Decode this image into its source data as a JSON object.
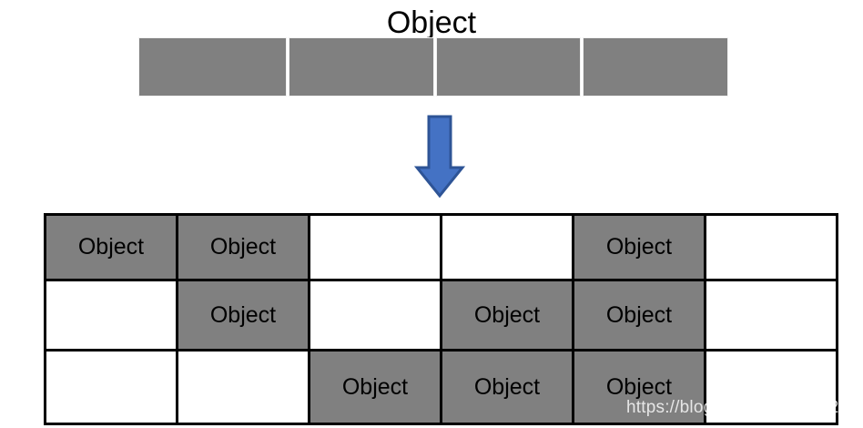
{
  "title": "Object",
  "colors": {
    "fill_gray": "#808080",
    "arrow_fill": "#4472C4",
    "arrow_stroke": "#2E5496",
    "border_black": "#000000",
    "background": "#FFFFFF"
  },
  "source_bar": {
    "name": "object-source-bar",
    "segment_count": 4,
    "segments": [
      {
        "label": ""
      },
      {
        "label": ""
      },
      {
        "label": ""
      },
      {
        "label": ""
      }
    ]
  },
  "arrow": {
    "direction": "down",
    "icon": "arrow-down-icon"
  },
  "grid": {
    "columns": 6,
    "rows": 3,
    "cell_label": "Object",
    "cells": [
      [
        {
          "filled": true,
          "label": "Object"
        },
        {
          "filled": true,
          "label": "Object"
        },
        {
          "filled": false,
          "label": ""
        },
        {
          "filled": false,
          "label": ""
        },
        {
          "filled": true,
          "label": "Object"
        },
        {
          "filled": false,
          "label": ""
        }
      ],
      [
        {
          "filled": false,
          "label": ""
        },
        {
          "filled": true,
          "label": "Object"
        },
        {
          "filled": false,
          "label": ""
        },
        {
          "filled": true,
          "label": "Object"
        },
        {
          "filled": true,
          "label": "Object"
        },
        {
          "filled": false,
          "label": ""
        }
      ],
      [
        {
          "filled": false,
          "label": ""
        },
        {
          "filled": false,
          "label": ""
        },
        {
          "filled": true,
          "label": "Object"
        },
        {
          "filled": true,
          "label": "Object"
        },
        {
          "filled": true,
          "label": "Object"
        },
        {
          "filled": false,
          "label": ""
        }
      ]
    ]
  },
  "watermark": {
    "text": "https://blog.csdn.net/qq_42290561"
  }
}
